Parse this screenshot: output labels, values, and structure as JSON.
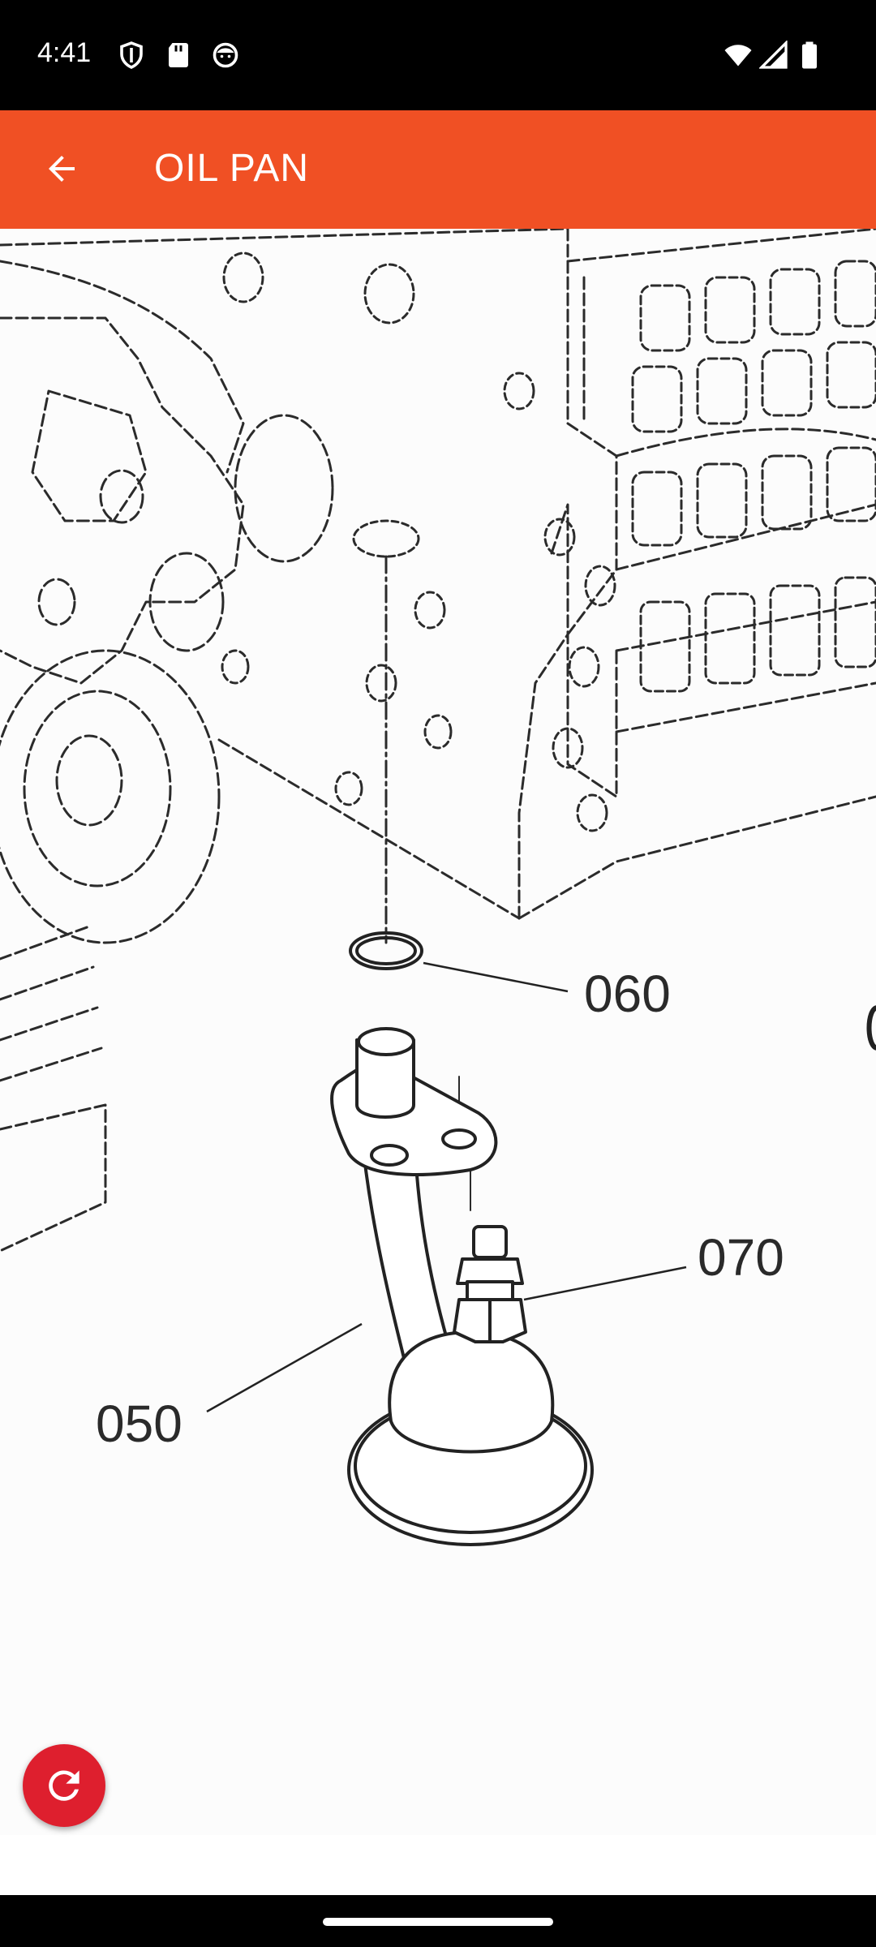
{
  "status_bar": {
    "time": "4:41",
    "left_icons": [
      "shield-icon",
      "sd-card-icon",
      "face-icon"
    ],
    "right_icons": [
      "wifi-icon",
      "signal-icon",
      "battery-icon"
    ]
  },
  "app_bar": {
    "title": "OIL PAN",
    "back_icon": "arrow-back-icon",
    "color": "#F05024"
  },
  "diagram": {
    "callouts": [
      "060",
      "070",
      "050"
    ]
  },
  "fab": {
    "icon": "refresh-icon",
    "color": "#DE1F2E"
  }
}
